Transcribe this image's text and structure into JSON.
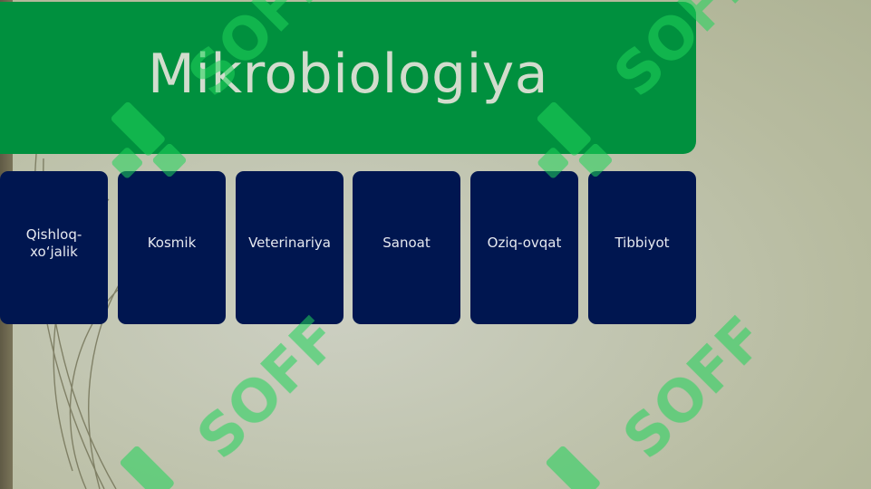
{
  "slide": {
    "title": "Mikrobiologiya",
    "cards": [
      {
        "label": "Qishloq-\nxo‘jalik"
      },
      {
        "label": "Kosmik"
      },
      {
        "label": "Veterinariya"
      },
      {
        "label": "Sanoat"
      },
      {
        "label": "Oziq-ovqat"
      },
      {
        "label": "Tibbiyot"
      }
    ]
  },
  "watermark": {
    "text": "SOFF",
    "color": "#1fd35a"
  },
  "colors": {
    "title_banner": "#00903e",
    "card_fill": "#001650",
    "background": "#c2c6b2"
  }
}
